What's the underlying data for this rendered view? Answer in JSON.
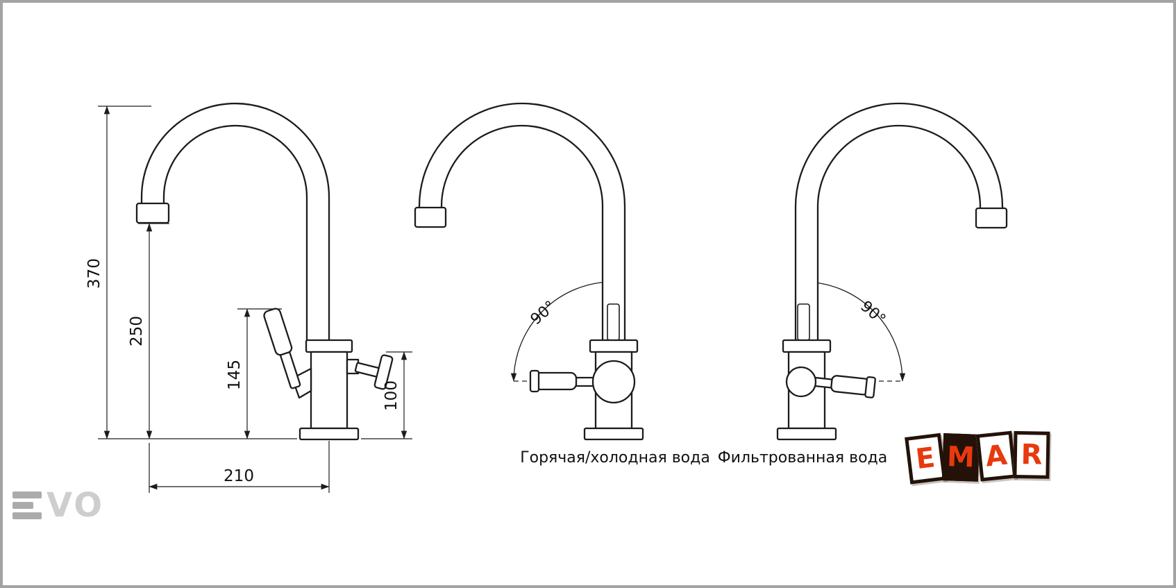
{
  "dimensions": {
    "total_height_mm": "370",
    "spout_height_mm": "250",
    "handle_height_mm": "145",
    "filter_handle_height_mm": "100",
    "spout_reach_mm": "210"
  },
  "annotations": {
    "mixer_rotation": "90°",
    "filter_rotation": "90°"
  },
  "labels": {
    "mixer": "Горячая/холодная вода",
    "filter": "Фильтрованная вода"
  },
  "logo": {
    "letters": [
      "E",
      "M",
      "A",
      "R"
    ],
    "letter_color": "#e8390e",
    "tile_dark": "#241208"
  },
  "watermark": {
    "text": "VO"
  },
  "colors": {
    "line": "#1c1c1c",
    "background": "#ffffff",
    "frame": "#a3a3a3"
  }
}
